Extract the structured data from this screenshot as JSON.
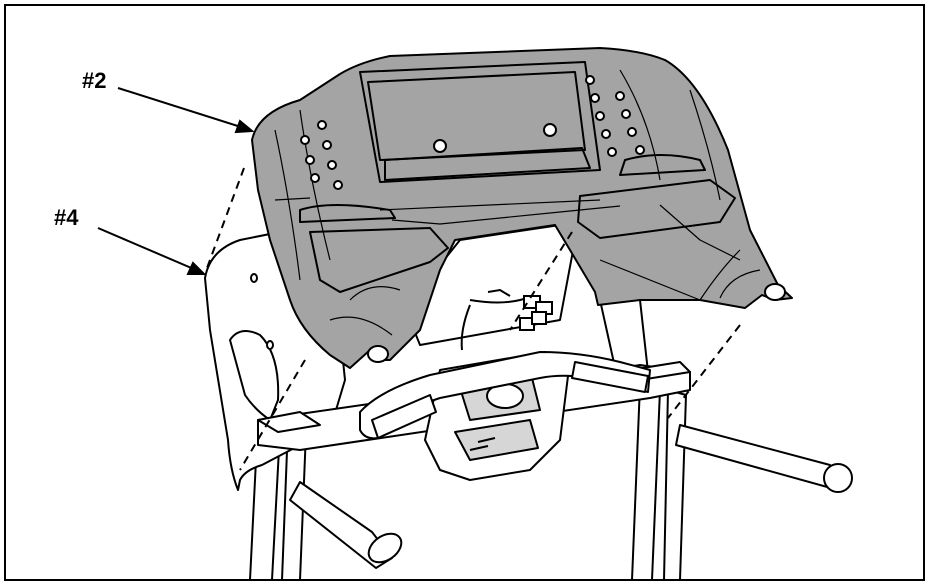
{
  "callouts": {
    "part_2": "#2",
    "part_4": "#4"
  },
  "parts": [
    {
      "callout": "#2",
      "depicts": "hood"
    },
    {
      "callout": "#4",
      "depicts": "plate"
    }
  ],
  "colors": {
    "outline": "#000000",
    "hood_fill": "#a4a4a4",
    "hood_dark": "#8c8c8c",
    "background": "#ffffff"
  }
}
